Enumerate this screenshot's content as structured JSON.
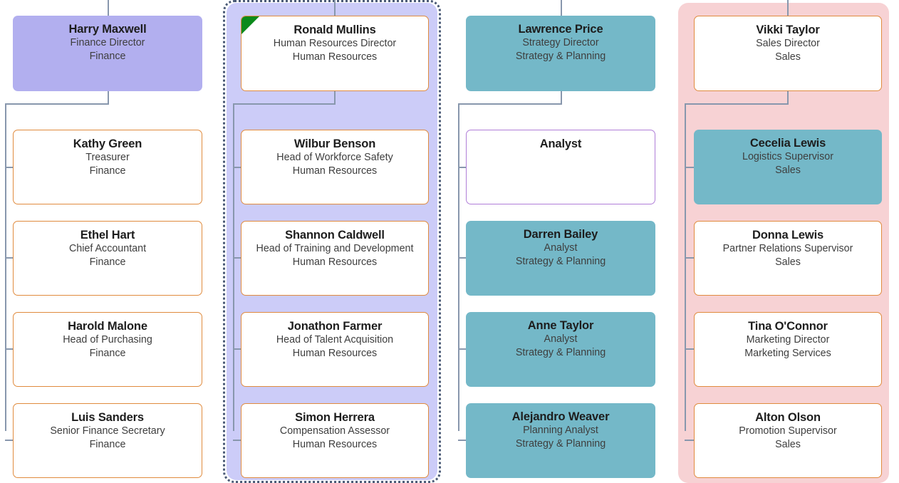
{
  "chart": {
    "type": "org-chart",
    "orientation": "vertical-columns",
    "selected_branch": "Human Resources",
    "colors": {
      "card_purple": "#b2afef",
      "card_teal": "#74b8c8",
      "card_white": "#ffffff",
      "border_orange": "#e08b3e",
      "border_vacancy_purple": "#b07ed8",
      "region_hr_background": "#ccccf8",
      "region_sales_background": "#f7d2d4",
      "connector_line": "#8897ad",
      "selection_outline": "#4a5a76",
      "flag_marker_green": "#0b8a1b"
    }
  },
  "branches": [
    {
      "id": "finance",
      "name": "Finance",
      "region_highlight": false,
      "selected": false,
      "root": {
        "name": "Harry Maxwell",
        "title": "Finance Director",
        "department": "Finance",
        "style": "purple",
        "flag": false
      },
      "children": [
        {
          "name": "Kathy Green",
          "title": "Treasurer",
          "department": "Finance",
          "style": "white"
        },
        {
          "name": "Ethel Hart",
          "title": "Chief Accountant",
          "department": "Finance",
          "style": "white"
        },
        {
          "name": "Harold Malone",
          "title": "Head of Purchasing",
          "department": "Finance",
          "style": "white"
        },
        {
          "name": "Luis Sanders",
          "title": "Senior Finance Secretary",
          "department": "Finance",
          "style": "white"
        }
      ]
    },
    {
      "id": "human-resources",
      "name": "Human Resources",
      "region_highlight": true,
      "selected": true,
      "root": {
        "name": "Ronald Mullins",
        "title": "Human Resources Director",
        "department": "Human Resources",
        "style": "white",
        "flag": true
      },
      "children": [
        {
          "name": "Wilbur Benson",
          "title": "Head of Workforce Safety",
          "department": "Human Resources",
          "style": "white"
        },
        {
          "name": "Shannon Caldwell",
          "title": "Head of Training and Development",
          "department": "Human Resources",
          "style": "white"
        },
        {
          "name": "Jonathon Farmer",
          "title": "Head of Talent Acquisition",
          "department": "Human Resources",
          "style": "white"
        },
        {
          "name": "Simon Herrera",
          "title": "Compensation Assessor",
          "department": "Human Resources",
          "style": "white"
        }
      ]
    },
    {
      "id": "strategy-planning",
      "name": "Strategy & Planning",
      "region_highlight": false,
      "selected": false,
      "root": {
        "name": "Lawrence Price",
        "title": "Strategy Director",
        "department": "Strategy & Planning",
        "style": "teal",
        "flag": false
      },
      "children": [
        {
          "name": "Analyst",
          "title": "",
          "department": "",
          "style": "vacancy"
        },
        {
          "name": "Darren Bailey",
          "title": "Analyst",
          "department": "Strategy & Planning",
          "style": "teal"
        },
        {
          "name": "Anne Taylor",
          "title": "Analyst",
          "department": "Strategy & Planning",
          "style": "teal"
        },
        {
          "name": "Alejandro Weaver",
          "title": "Planning Analyst",
          "department": "Strategy & Planning",
          "style": "teal"
        }
      ]
    },
    {
      "id": "sales",
      "name": "Sales",
      "region_highlight": true,
      "selected": false,
      "root": {
        "name": "Vikki Taylor",
        "title": "Sales Director",
        "department": "Sales",
        "style": "white",
        "flag": false
      },
      "children": [
        {
          "name": "Cecelia Lewis",
          "title": "Logistics Supervisor",
          "department": "Sales",
          "style": "teal"
        },
        {
          "name": "Donna Lewis",
          "title": "Partner Relations Supervisor",
          "department": "Sales",
          "style": "white"
        },
        {
          "name": "Tina O'Connor",
          "title": "Marketing Director",
          "department": "Marketing Services",
          "style": "white"
        },
        {
          "name": "Alton Olson",
          "title": "Promotion Supervisor",
          "department": "Sales",
          "style": "white"
        }
      ]
    }
  ]
}
